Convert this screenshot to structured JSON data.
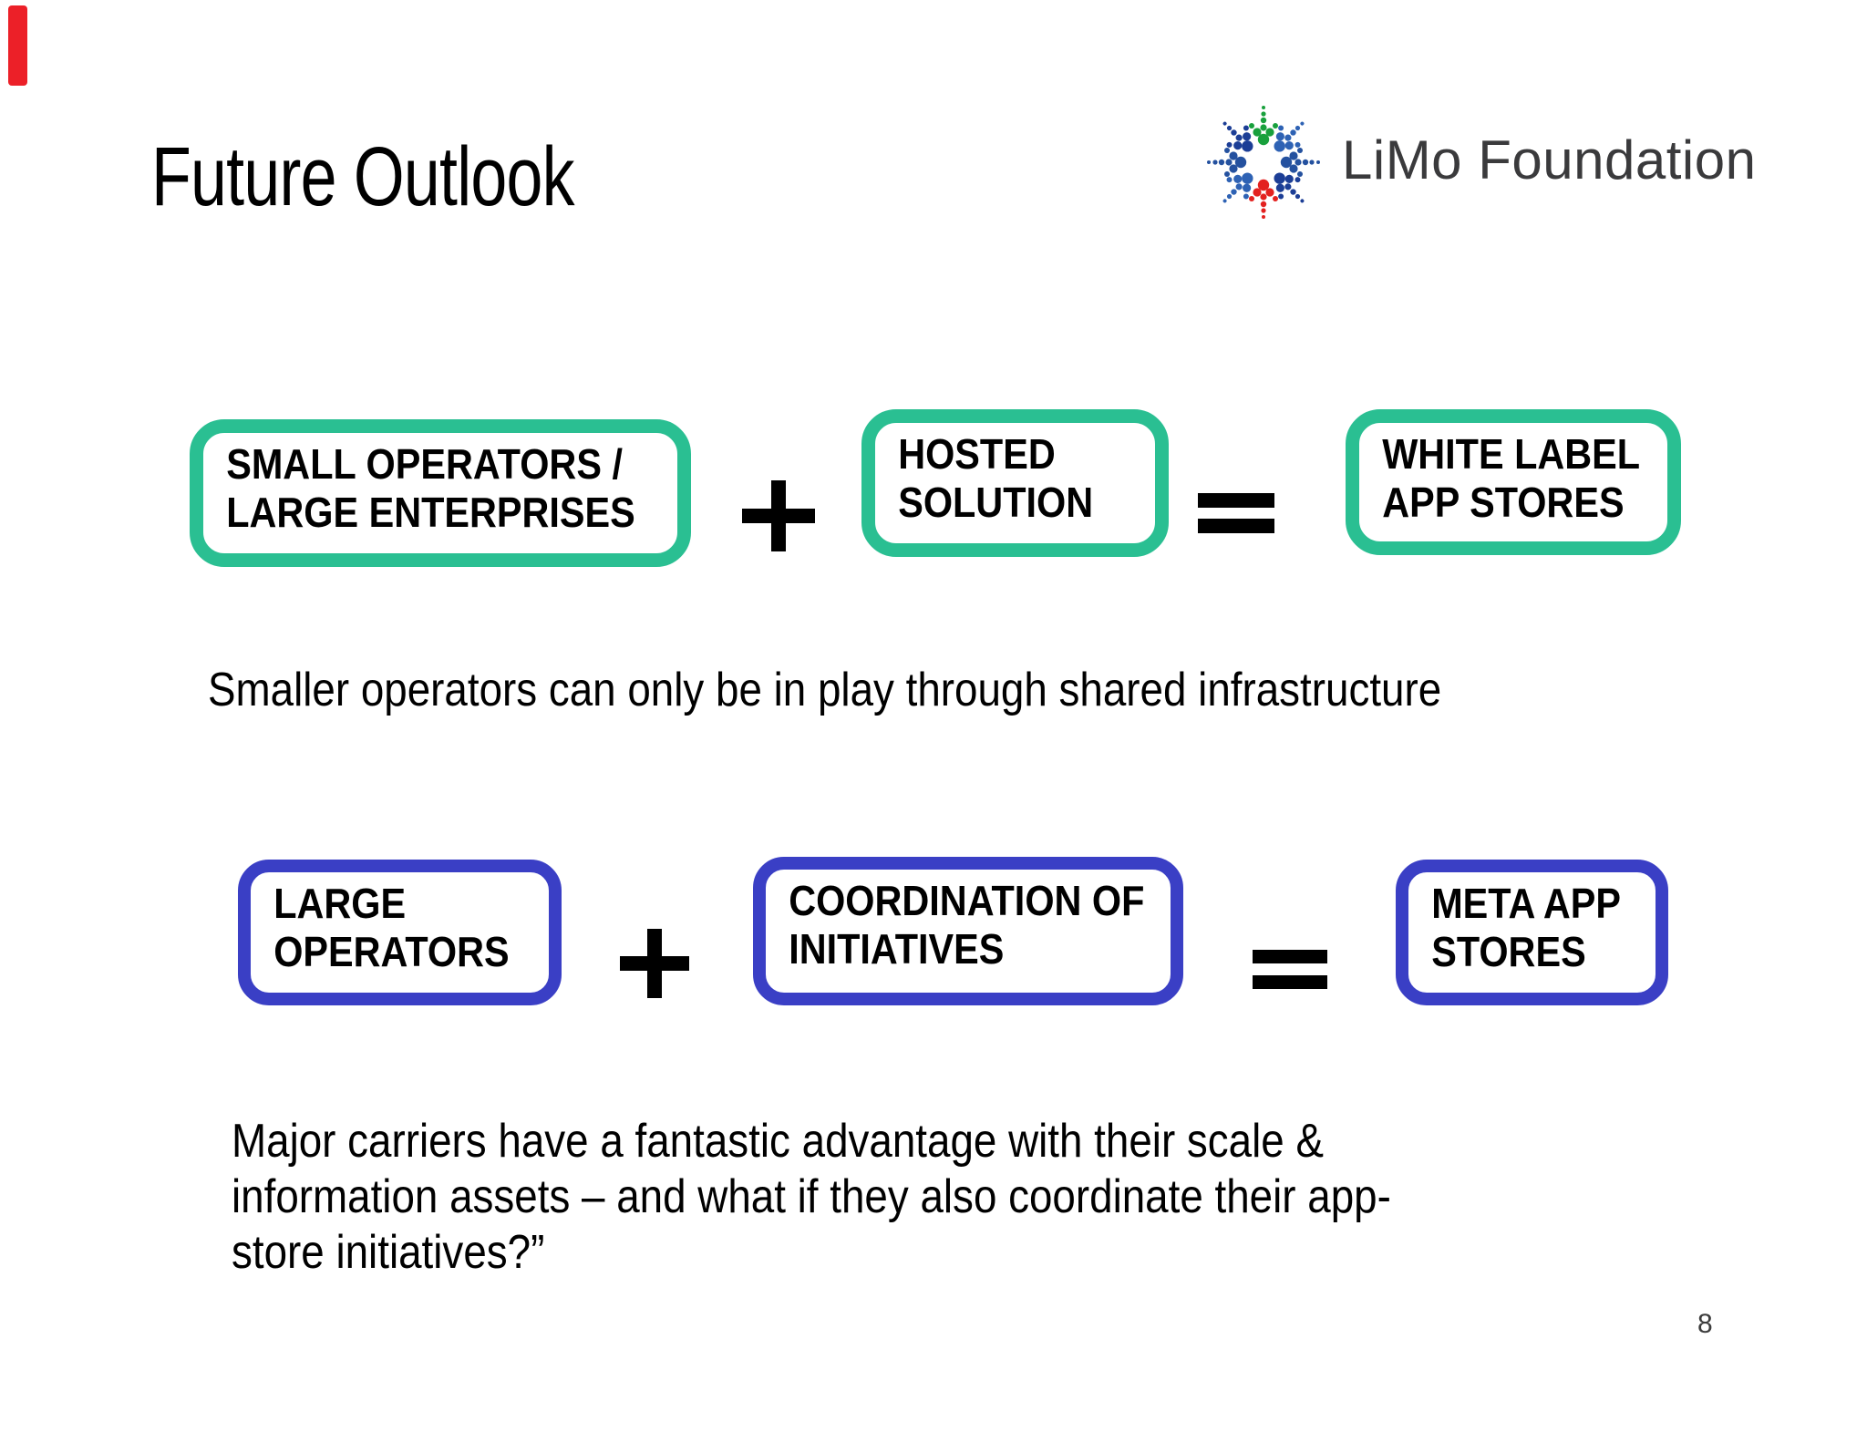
{
  "slide": {
    "title": "Future Outlook",
    "page_number": "8",
    "logo": {
      "text": "LiMo Foundation",
      "icon": "dotted-starburst-arrows",
      "icon_colors": {
        "green": "#18a03c",
        "blue": "#2e62b4",
        "navy": "#1c3e96",
        "red": "#e3211f"
      }
    },
    "accent": {
      "row1_border": "#2abf92",
      "row2_border": "#3a3fc5",
      "corner_mark": "#ec2028",
      "operator_color": "#000000"
    },
    "row1": {
      "boxes": [
        {
          "line1": "SMALL OPERATORS /",
          "line2": "LARGE ENTERPRISES"
        },
        {
          "line1": "HOSTED",
          "line2": "SOLUTION"
        },
        {
          "line1": "WHITE LABEL",
          "line2": "APP STORES"
        }
      ],
      "operator1": "+",
      "operator2": "=",
      "caption": "Smaller operators can only be in play through shared infrastructure"
    },
    "row2": {
      "boxes": [
        {
          "line1": "LARGE",
          "line2": "OPERATORS"
        },
        {
          "line1": "COORDINATION OF",
          "line2": "INITIATIVES"
        },
        {
          "line1": "META APP",
          "line2": "STORES"
        }
      ],
      "operator1": "+",
      "operator2": "=",
      "caption_lines": [
        "Major carriers have a fantastic advantage with their scale &",
        "information assets – and what if they also coordinate their app-",
        "store initiatives?”"
      ]
    }
  }
}
